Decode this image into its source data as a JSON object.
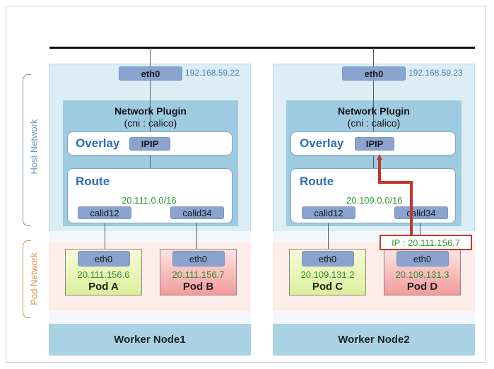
{
  "side_labels": {
    "host": "Host Network",
    "pod": "Pod Network"
  },
  "colors": {
    "accent_blue": "#2c6fb8",
    "subnet_green": "#2e9b2e",
    "route_red": "#c0392b"
  },
  "nodes": [
    {
      "eth0_label": "eth0",
      "eth0_ip": "192.168.59.22",
      "plugin_title": "Network Plugin",
      "plugin_subtitle": "(cni : calico)",
      "overlay_label": "Overlay",
      "overlay_iface": "IPIP",
      "route_label": "Route",
      "subnet": "20.111.0.0/16",
      "calid_left": "calid12",
      "calid_right": "calid34",
      "pods": [
        {
          "eth": "eth0",
          "ip": "20.111.156.6",
          "name": "Pod A"
        },
        {
          "eth": "eth0",
          "ip": "20.111.156.7",
          "name": "Pod B"
        }
      ],
      "footer": "Worker Node1"
    },
    {
      "eth0_label": "eth0",
      "eth0_ip": "192.168.59.23",
      "plugin_title": "Network Plugin",
      "plugin_subtitle": "(cni : calico)",
      "overlay_label": "Overlay",
      "overlay_iface": "IPIP",
      "route_label": "Route",
      "subnet": "20.109.0.0/16",
      "calid_left": "calid12",
      "calid_right": "calid34",
      "pods": [
        {
          "eth": "eth0",
          "ip": "20.109.131.2",
          "name": "Pod C"
        },
        {
          "eth": "eth0",
          "ip": "20.109.131.3",
          "name": "Pod D"
        }
      ],
      "footer": "Worker Node2"
    }
  ],
  "callout": "IP : 20.111.156.7"
}
